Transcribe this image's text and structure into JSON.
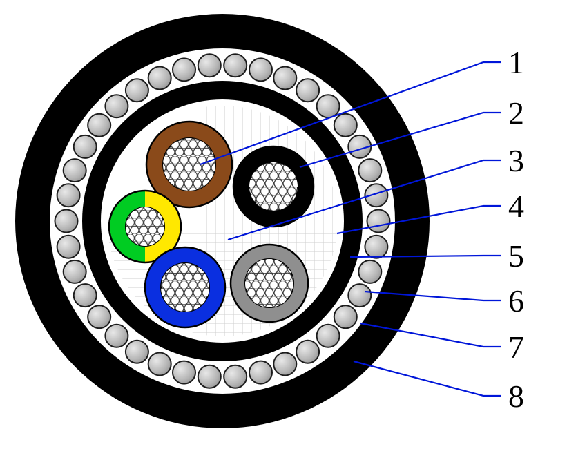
{
  "diagram": {
    "type": "armored-cable-cross-section",
    "labels": [
      "1",
      "2",
      "3",
      "4",
      "5",
      "6",
      "7",
      "8"
    ]
  },
  "colors": {
    "background": "#ffffff",
    "leader_line": "#0016d9",
    "label_text": "#000000",
    "sheath_black": "#000000",
    "layer_white": "#ffffff",
    "armor_wire_light": "#e8e8e8",
    "armor_wire_mid": "#b4b4b4",
    "armor_wire_dark": "#858585",
    "armor_wire_stroke": "#1c1c1c",
    "filler_grid": "#cfcfcf",
    "strand_stroke": "#3c3c3c",
    "core_brown": "#8a4a1a",
    "core_black": "#000000",
    "core_yellow": "#ffe800",
    "core_green": "#00cc22",
    "core_blue": "#0a2fe0",
    "core_gray": "#8f8f8f"
  }
}
